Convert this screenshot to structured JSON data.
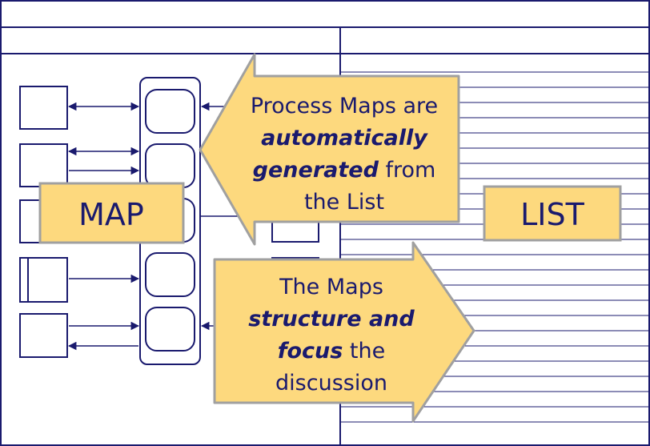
{
  "colors": {
    "line": "#1a1a6e",
    "callout_fill": "#fdd97e",
    "callout_border": "#a0a0a0"
  },
  "map_label": "MAP",
  "list_label": "LIST",
  "callout_top": {
    "line1": "Process Maps are",
    "line2_strong": "automatically",
    "line3_strong": "generated",
    "line3_rest": " from",
    "line4": "the List"
  },
  "callout_bottom": {
    "line1": "The Maps",
    "line2_strong": "structure and",
    "line3_strong": "focus",
    "line3_rest": " the",
    "line4": "discussion"
  }
}
